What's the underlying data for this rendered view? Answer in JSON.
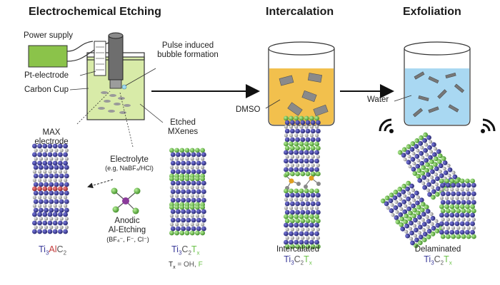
{
  "titles": {
    "etching": "Electrochemical Etching",
    "intercalation": "Intercalation",
    "exfoliation": "Exfoliation"
  },
  "labels": {
    "power_supply": "Power supply",
    "pt_electrode": "Pt-electrode",
    "carbon_cup": "Carbon Cup",
    "bubble_line1": "Pulse induced",
    "bubble_line2": "bubble formation",
    "max_line1": "MAX",
    "max_line2": "electrode",
    "etched_line1": "Etched",
    "etched_line2": "MXenes",
    "electrolyte": "Electrolyte",
    "electrolyte_example": "(e.g, NaBF₄/HCl)",
    "anodic_line1": "Anodic",
    "anodic_line2": "Al-Etching",
    "anodic_species": "(BF₄⁻, F⁻, Cl⁻)",
    "dmso": "DMSO",
    "water": "Water",
    "intercalated": "Intercalated",
    "delaminated": "Delaminated",
    "tx_prefix": "T",
    "tx_sub": "x",
    "tx_eq": " = OH, ",
    "tx_f": "F"
  },
  "formulas": {
    "max": {
      "ti": "Ti",
      "ti_n": "3",
      "al": "Al",
      "c": "C",
      "c_n": "2"
    },
    "mxene": {
      "ti": "Ti",
      "ti_n": "3",
      "c": "C",
      "c_n": "2",
      "t": "T",
      "t_n": "x"
    }
  },
  "colors": {
    "ti_atom": "#3b3b9a",
    "c_atom": "#b8b8b8",
    "al_atom": "#c23a3a",
    "termination": "#6cc24a",
    "cup_liquid": "#d8eba8",
    "dmso_liquid": "#f2c04d",
    "water_liquid": "#a9d8f2",
    "power_box": "#8bc34a",
    "ti_text": "#3b3b9a",
    "al_text": "#c23a3a",
    "tx_text": "#6cc24a"
  }
}
